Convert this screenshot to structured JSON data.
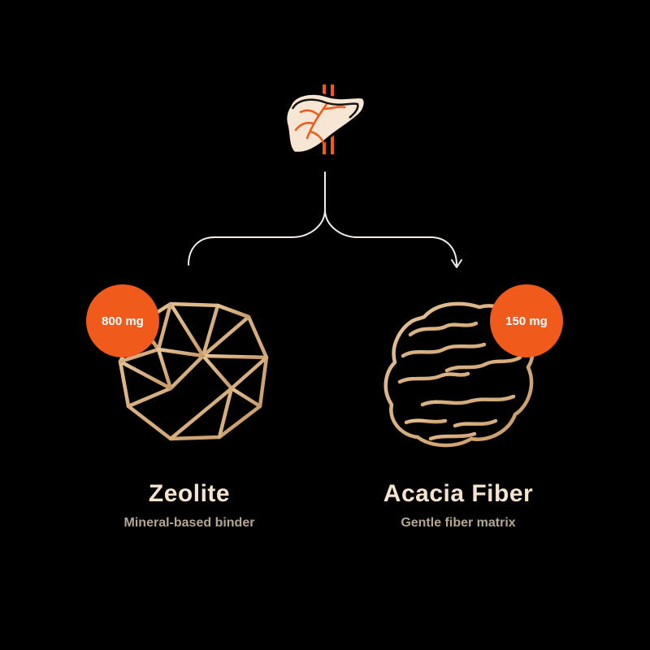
{
  "colors": {
    "background": "#000000",
    "accent_orange": "#f05a1a",
    "tan": "#d9ad7c",
    "cream": "#f3e3cf",
    "muted_text": "#b5a595"
  },
  "top_node": {
    "icon": "liver-icon"
  },
  "left": {
    "icon": "zeolite-crystal-icon",
    "dose": "800 mg",
    "name": "Zeolite",
    "description": "Mineral-based binder"
  },
  "right": {
    "icon": "acacia-fiber-icon",
    "dose": "150 mg",
    "name": "Acacia Fiber",
    "description": "Gentle fiber matrix"
  }
}
